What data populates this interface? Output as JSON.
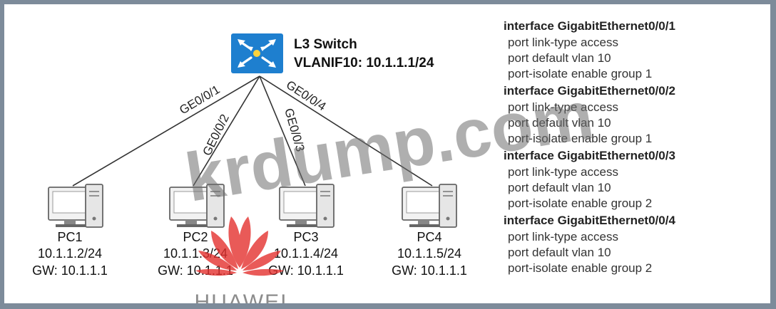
{
  "switch": {
    "title": "L3 Switch",
    "vlanif": "VLANIF10: 10.1.1.1/24",
    "icon": "router-switch-icon",
    "color": "#1e7fcf"
  },
  "links": [
    {
      "label": "GE0/0/1"
    },
    {
      "label": "GE0/0/2"
    },
    {
      "label": "GE0/0/3"
    },
    {
      "label": "GE0/0/4"
    }
  ],
  "pcs": [
    {
      "name": "PC1",
      "ip": "10.1.1.2/24",
      "gw": "GW: 10.1.1.1"
    },
    {
      "name": "PC2",
      "ip": "10.1.1.3/24",
      "gw": "GW: 10.1.1.1"
    },
    {
      "name": "PC3",
      "ip": "10.1.1.4/24",
      "gw": "GW: 10.1.1.1"
    },
    {
      "name": "PC4",
      "ip": "10.1.1.5/24",
      "gw": "GW: 10.1.1.1"
    }
  ],
  "config": [
    {
      "iface": "interface GigabitEthernet0/0/1",
      "lines": [
        "port link-type access",
        "port default vlan 10",
        "port-isolate enable group 1"
      ]
    },
    {
      "iface": "interface GigabitEthernet0/0/2",
      "lines": [
        "port link-type access",
        "port default vlan 10",
        "port-isolate enable group 1"
      ]
    },
    {
      "iface": "interface GigabitEthernet0/0/3",
      "lines": [
        "port link-type access",
        "port default vlan 10",
        "port-isolate enable group 2"
      ]
    },
    {
      "iface": "interface GigabitEthernet0/0/4",
      "lines": [
        "port link-type access",
        "port default vlan 10",
        "port-isolate enable group 2"
      ]
    }
  ],
  "watermark": {
    "text": "krdump.com",
    "brand": "HUAWEI",
    "logo_color": "#e4312f"
  }
}
